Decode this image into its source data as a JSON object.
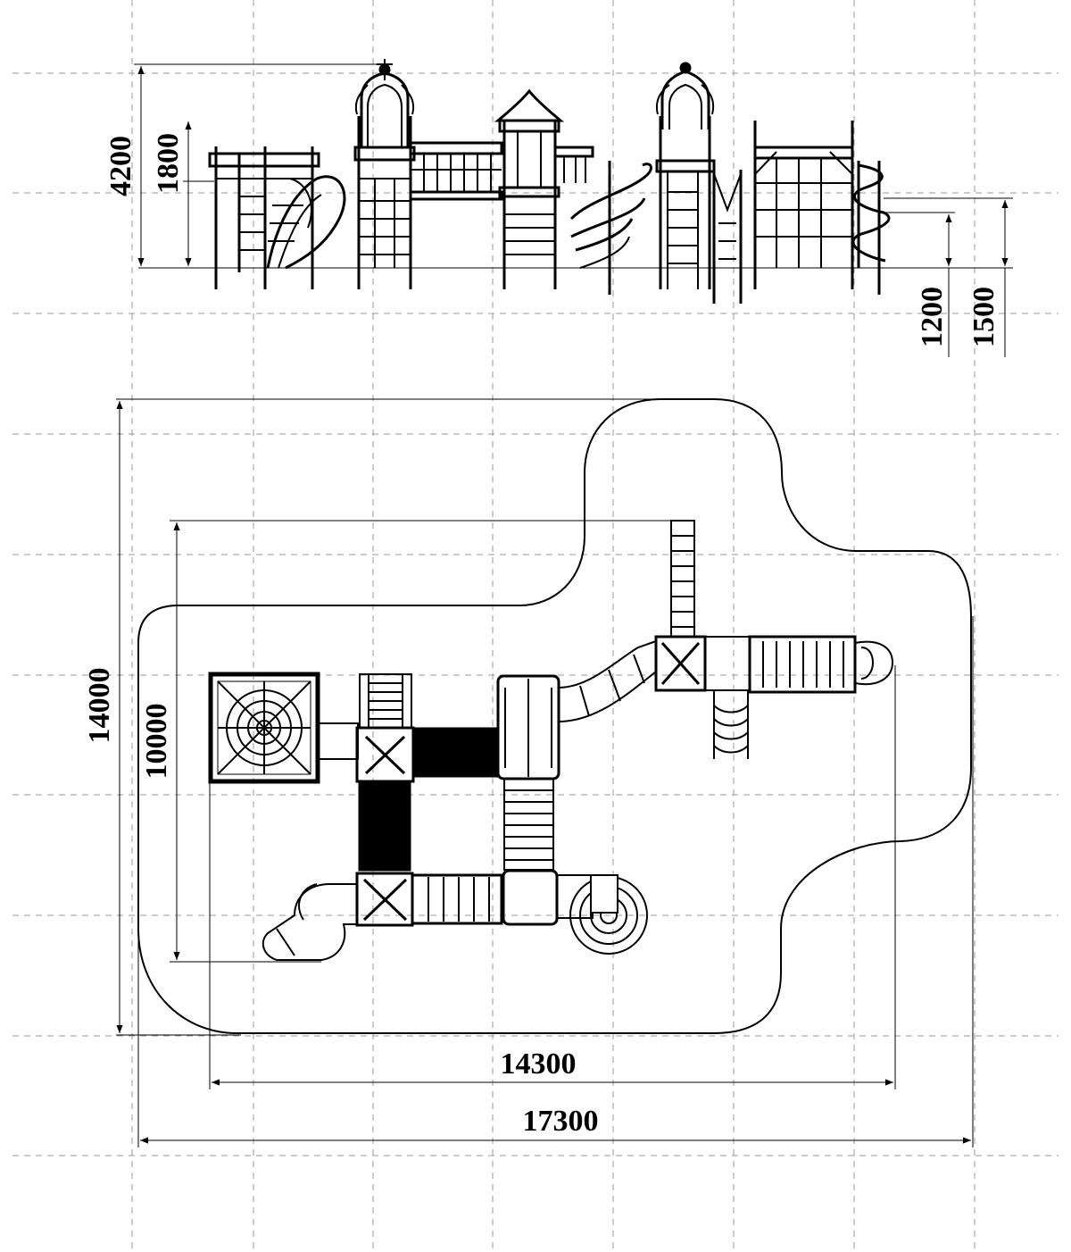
{
  "side_view": {
    "dimensions": {
      "total_height": "4200",
      "platform_height": "1800",
      "low_platform_height": "1200",
      "mid_platform_height": "1500"
    }
  },
  "plan_view": {
    "dimensions": {
      "zone_depth": "14000",
      "structure_depth": "10000",
      "structure_width": "14300",
      "zone_width": "17300"
    }
  }
}
